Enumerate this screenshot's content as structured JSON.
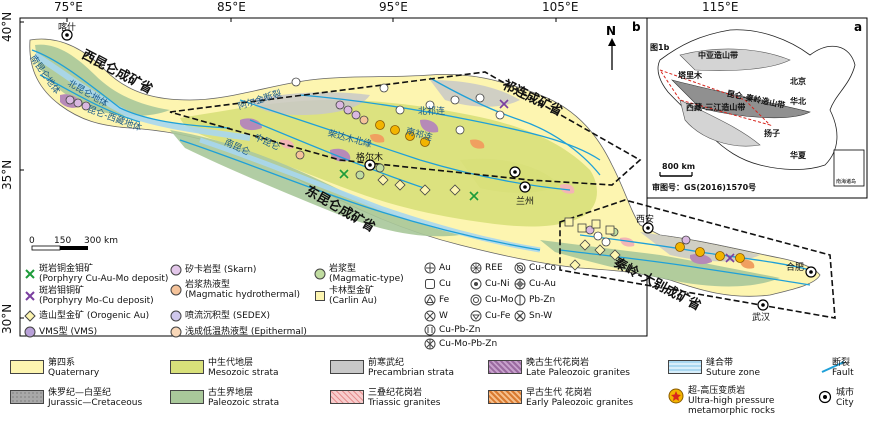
{
  "axes": {
    "top_lon": [
      "75°E",
      "85°E",
      "95°E",
      "105°E",
      "115°E"
    ],
    "left_lat": [
      "40°N",
      "35°N",
      "30°N"
    ]
  },
  "panel_labels": {
    "main": "b",
    "inset": "a"
  },
  "north_label": "N",
  "scale": {
    "ticks": [
      "0",
      "150",
      "300 km"
    ]
  },
  "regions": {
    "west_kunlun": "西昆仑成矿省",
    "qilian": "祁连成矿省",
    "east_kunlun": "东昆仑成矿省",
    "qinling": "秦岭-大别成矿省"
  },
  "cities": {
    "kashgar": "喀什",
    "golmud": "格尔木",
    "lanzhou": "兰州",
    "xian": "西安",
    "hefei": "合肥",
    "wuhan": "武汉"
  },
  "belt_labels": {
    "north_kunlun": "北昆仑地体",
    "south_kunlun": "南昆仑地体",
    "kunlun_belt": "昆仑-西藏地体",
    "altun": "阿尔金断裂",
    "qaidam_n": "柴达木北缘",
    "central_kunlun": "中昆仑",
    "south_kunlun2": "南昆仑",
    "qilian_n": "北祁连",
    "qilian_s": "南祁连"
  },
  "inset": {
    "fig_ref": "图1b",
    "tarim": "塔里木",
    "central_asia": "中亚造山带",
    "north_china": "华北",
    "beijing": "北京",
    "qinling_dabie": "昆仑-秦岭造山带",
    "tibet_sanjiang": "西藏-三江造山带",
    "yangtze": "扬子",
    "south_china": "华夏",
    "south_sea": "南海诸岛",
    "scale": "800 km",
    "review_no": "审图号：GS(2016)1570号"
  },
  "deposit_legend": [
    {
      "icon": "hammer-green-icon",
      "cn": "斑岩铜金钼矿",
      "en": "(Porphyry Cu-Au-Mo deposit)"
    },
    {
      "icon": "hammer-purple-icon",
      "cn": "斑岩钼铜矿",
      "en": "(Porphyry Mo-Cu deposit)"
    },
    {
      "icon": "diamond-icon",
      "cn": "造山型金矿 (Orogenic Au)",
      "en": ""
    },
    {
      "icon": "vms-icon",
      "cn": "VMS型 (VMS)",
      "en": ""
    },
    {
      "icon": "skarn-icon",
      "cn": "矽卡岩型 (Skarn)",
      "en": ""
    },
    {
      "icon": "magmatic-hydro-icon",
      "cn": "岩浆热液型",
      "en": "(Magmatic hydrothermal)"
    },
    {
      "icon": "sedex-icon",
      "cn": "喷流沉积型 (SEDEX)",
      "en": ""
    },
    {
      "icon": "epithermal-icon",
      "cn": "浅成低温热液型 (Epithermal)",
      "en": ""
    },
    {
      "icon": "magmatic-icon",
      "cn": "岩浆型",
      "en": "(Magmatic-type)"
    },
    {
      "icon": "carlin-icon",
      "cn": "卡林型金矿",
      "en": "(Carlin Au)"
    }
  ],
  "element_legend": [
    {
      "icon": "au-icon",
      "label": "Au"
    },
    {
      "icon": "cu-icon",
      "label": "Cu"
    },
    {
      "icon": "fe-icon",
      "label": "Fe"
    },
    {
      "icon": "w-icon",
      "label": "W"
    },
    {
      "icon": "ree-icon",
      "label": "REE"
    },
    {
      "icon": "cu-ni-icon",
      "label": "Cu-Ni"
    },
    {
      "icon": "cu-mo-icon",
      "label": "Cu-Mo"
    },
    {
      "icon": "cu-fe-icon",
      "label": "Cu-Fe"
    },
    {
      "icon": "cu-co-icon",
      "label": "Cu-Co"
    },
    {
      "icon": "cu-au-icon",
      "label": "Cu-Au"
    },
    {
      "icon": "pb-zn-icon",
      "label": "Pb-Zn"
    },
    {
      "icon": "sn-w-icon",
      "label": "Sn-W"
    },
    {
      "icon": "cu-pb-zn-icon",
      "label": "Cu-Pb-Zn"
    },
    {
      "icon": "cu-mo-pb-zn-icon",
      "label": "Cu-Mo-Pb-Zn"
    }
  ],
  "strata_legend": [
    {
      "cn": "第四系",
      "en": "Quaternary",
      "color": "#fdf5b0"
    },
    {
      "cn": "中生代地层",
      "en": "Mesozoic strata",
      "color": "#d8e07a"
    },
    {
      "cn": "前寒武纪",
      "en": "Precambrian strata",
      "color": "#c8c8c8"
    },
    {
      "cn": "晚古生代花岗岩",
      "en": "Late Paleozoic granites",
      "color": "#b68ab8"
    },
    {
      "cn": "缝合带",
      "en": "Suture zone",
      "color": "#a9d7f0"
    },
    {
      "cn": "断裂",
      "en": "Fault",
      "color": "#1fa0d8"
    },
    {
      "cn": "侏罗纪—白垩纪",
      "en": "Jurassic—Cretaceous",
      "color": "#a8a8a8"
    },
    {
      "cn": "古生界地层",
      "en": "Paleozoic strata",
      "color": "#a9c89a"
    },
    {
      "cn": "三叠纪花岗岩",
      "en": "Triassic granites",
      "color": "#f3b5b5"
    },
    {
      "cn": "早古生代 花岗岩",
      "en": "Early Paleozoic granites",
      "color": "#f0a060"
    },
    {
      "cn": "超-高压变质岩",
      "en": "Ultra-high pressure",
      "en2": "metamorphic rocks",
      "color": "#f2b400"
    },
    {
      "cn": "城市",
      "en": "City",
      "color": "#000000"
    }
  ]
}
